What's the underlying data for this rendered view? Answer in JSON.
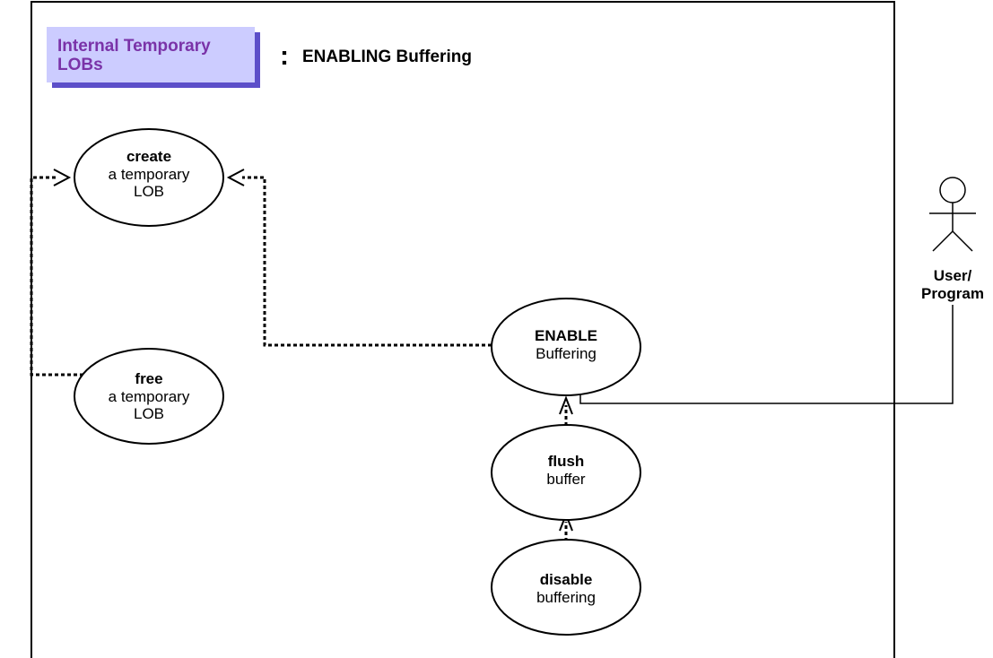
{
  "header": {
    "badge_line1": "Internal Temporary",
    "badge_line2": "LOBs",
    "separator": ":",
    "title": "ENABLING Buffering"
  },
  "use_cases": {
    "create": {
      "bold": "create",
      "line2": "a temporary",
      "line3": "LOB"
    },
    "free": {
      "bold": "free",
      "line2": "a temporary",
      "line3": "LOB"
    },
    "enable": {
      "bold": "ENABLE",
      "line2": "Buffering"
    },
    "flush": {
      "bold": "flush",
      "line2": "buffer"
    },
    "disable": {
      "bold": "disable",
      "line2": "buffering"
    }
  },
  "actor": {
    "line1": "User/",
    "line2": "Program",
    "icon": "stick-figure"
  },
  "colors": {
    "badge_fill": "#ccccff",
    "badge_text": "#7a33a8",
    "badge_shadow": "#5c4fc9",
    "stroke": "#000000"
  }
}
